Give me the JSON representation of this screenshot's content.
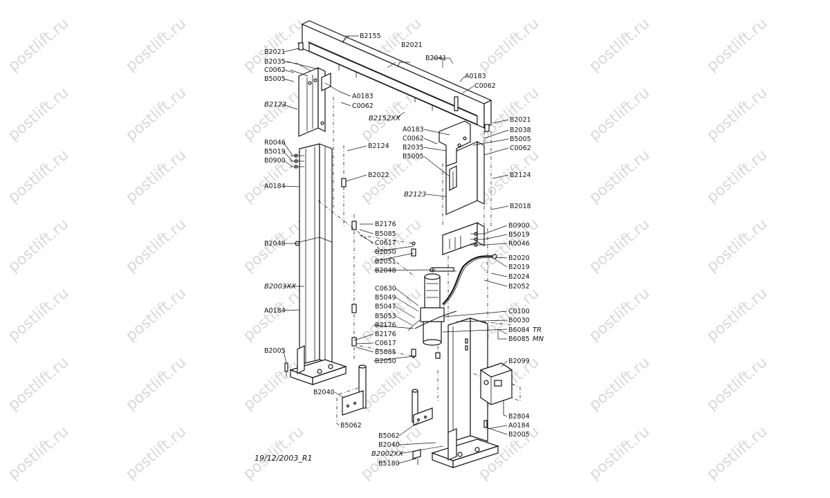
{
  "watermark": "postlift.ru",
  "revision": "19/12/2003_R1",
  "labels": {
    "B2155": "B2155",
    "B2021_top": "B2021",
    "B2041": "B2041",
    "B2021_left": "B2021",
    "B2035_left": "B2035",
    "C0062_left": "C0062",
    "B5005_left": "B5005",
    "A0183_left": "A0183",
    "C0062_left2": "C0062",
    "A0183_right": "A0183",
    "C0062_right": "C0062",
    "B2123_left": "B2123",
    "B2152XX": "B2152XX",
    "B2021_right": "B2021",
    "A0183_mid": "A0183",
    "B2038": "B2038",
    "C0062_mid": "C0062",
    "B5005_right": "B5005",
    "B2035_mid": "B2035",
    "C0062_right2": "C0062",
    "B5005_mid": "B5005",
    "R0046_left": "R0046",
    "B5019_left": "B5019",
    "B0900_left": "B0900",
    "B2124_left": "B2124",
    "B2022": "B2022",
    "B2124_right": "B2124",
    "A0184_left1": "A0184",
    "B2123_right": "B2123",
    "B2018": "B2018",
    "B2176_1": "B2176",
    "B5085_1": "B5085",
    "C0617_1": "C0617",
    "B0900_right": "B0900",
    "B5019_right": "B5019",
    "R0046_right": "R0046",
    "B2048_left": "B2048",
    "B2050_1": "B2050",
    "B2051": "B2051",
    "B2020": "B2020",
    "B2048_mid": "B2048",
    "B2019": "B2019",
    "B2024": "B2024",
    "B2003XX": "B2003XX",
    "B2052": "B2052",
    "C0630": "C0630",
    "B5049": "B5049",
    "B5047": "B5047",
    "A0184_left2": "A0184",
    "C0100": "C0100",
    "B5053": "B5053",
    "B0030": "B0030",
    "B2176_2": "B2176",
    "B6084": "B6084",
    "TR": "TR",
    "B2176_3": "B2176",
    "B6085": "B6085",
    "MN": "MN",
    "C0617_2": "C0617",
    "B5085_2": "B5085",
    "B2005_left": "B2005",
    "B2050_2": "B2050",
    "B2099": "B2099",
    "B2040_left": "B2040",
    "B5062_left": "B5062",
    "B2804": "B2804",
    "A0184_right": "A0184",
    "B5062_right": "B5062",
    "B2005_right": "B2005",
    "B2040_right": "B2040",
    "B2002XX": "B2002XX",
    "B5180": "B5180"
  }
}
